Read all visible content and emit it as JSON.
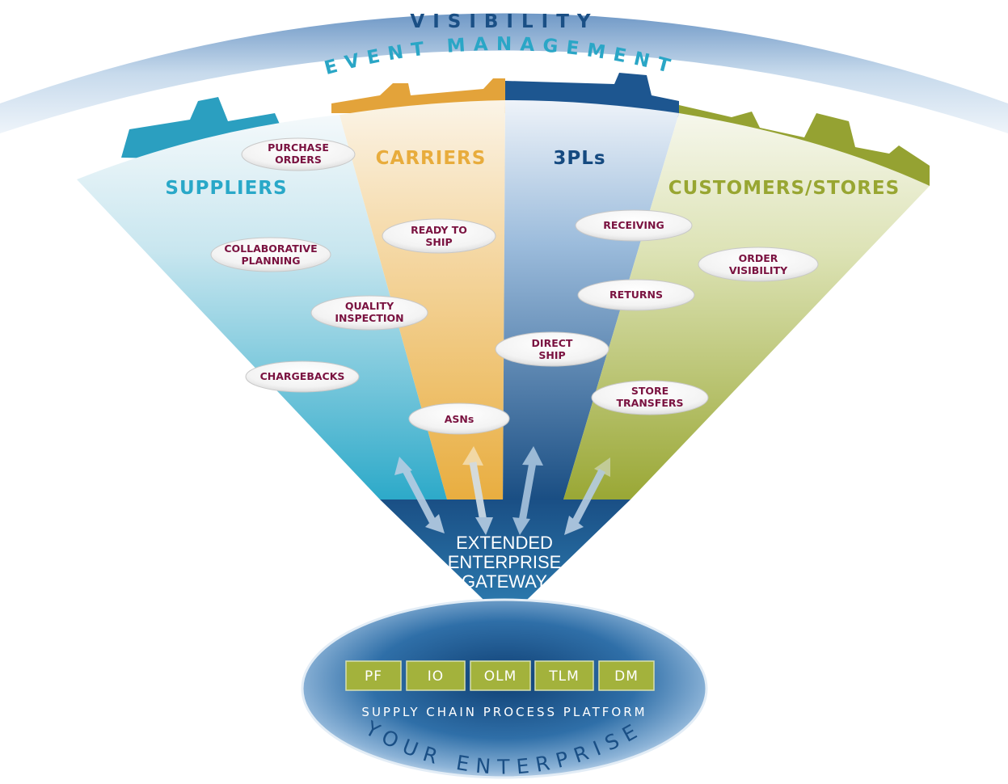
{
  "arcs": {
    "visibility": "VISIBILITY",
    "event_management": "EVENT MANAGEMENT"
  },
  "segments": [
    {
      "id": "suppliers",
      "label": "SUPPLIERS",
      "color": "#29a8c8"
    },
    {
      "id": "carriers",
      "label": "CARRIERS",
      "color": "#e8ac3c"
    },
    {
      "id": "3pls",
      "label": "3PLs",
      "color": "#154a80"
    },
    {
      "id": "customers",
      "label": "CUSTOMERS/STORES",
      "color": "#98a632"
    }
  ],
  "pills": {
    "purchase_orders": [
      "PURCHASE",
      "ORDERS"
    ],
    "collaborative_planning": [
      "COLLABORATIVE",
      "PLANNING"
    ],
    "quality_inspection": [
      "QUALITY",
      "INSPECTION"
    ],
    "chargebacks": [
      "CHARGEBACKS"
    ],
    "ready_to_ship": [
      "READY TO",
      "SHIP"
    ],
    "asns": [
      "ASNs"
    ],
    "receiving": [
      "RECEIVING"
    ],
    "returns": [
      "RETURNS"
    ],
    "direct_ship": [
      "DIRECT",
      "SHIP"
    ],
    "order_visibility": [
      "ORDER",
      "VISIBILITY"
    ],
    "store_transfers": [
      "STORE",
      "TRANSFERS"
    ]
  },
  "gateway": {
    "line1": "EXTENDED",
    "line2": "ENTERPRISE",
    "line3": "GATEWAY"
  },
  "modules": [
    "PF",
    "IO",
    "OLM",
    "TLM",
    "DM"
  ],
  "platform_label": "SUPPLY CHAIN PROCESS PLATFORM",
  "enterprise_label": "YOUR ENTERPRISE",
  "colors": {
    "accent_blue": "#1a4f85",
    "teal": "#29a8c8",
    "gold": "#e8ac3c",
    "olive": "#98a632",
    "pill_text": "#7a1240"
  }
}
